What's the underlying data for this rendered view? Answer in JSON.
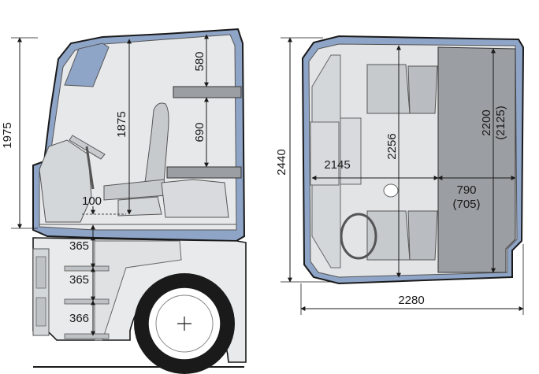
{
  "side_view": {
    "dim_total_height": "1975",
    "dim_interior_height": "1875",
    "dim_upper_bunk_clearance": "580",
    "dim_lower_bunk_clearance": "690",
    "dim_engine_tunnel": "100",
    "dim_step_1": "365",
    "dim_step_2": "365",
    "dim_step_3": "366"
  },
  "top_view": {
    "dim_cab_width": "2440",
    "dim_interior_length": "2256",
    "dim_floor_length": "2145",
    "dim_bunk_length": "2200",
    "dim_bunk_length_alt": "(2125)",
    "dim_bunk_width": "790",
    "dim_bunk_width_alt": "(705)",
    "dim_cab_depth": "2280"
  },
  "colors": {
    "cab_blue": "#8fa5c8",
    "interior_grey": "#e2e4e6",
    "panel_grey": "#d4d7da",
    "bunk_grey": "#9b9ea2",
    "line": "#1a1a1a"
  }
}
